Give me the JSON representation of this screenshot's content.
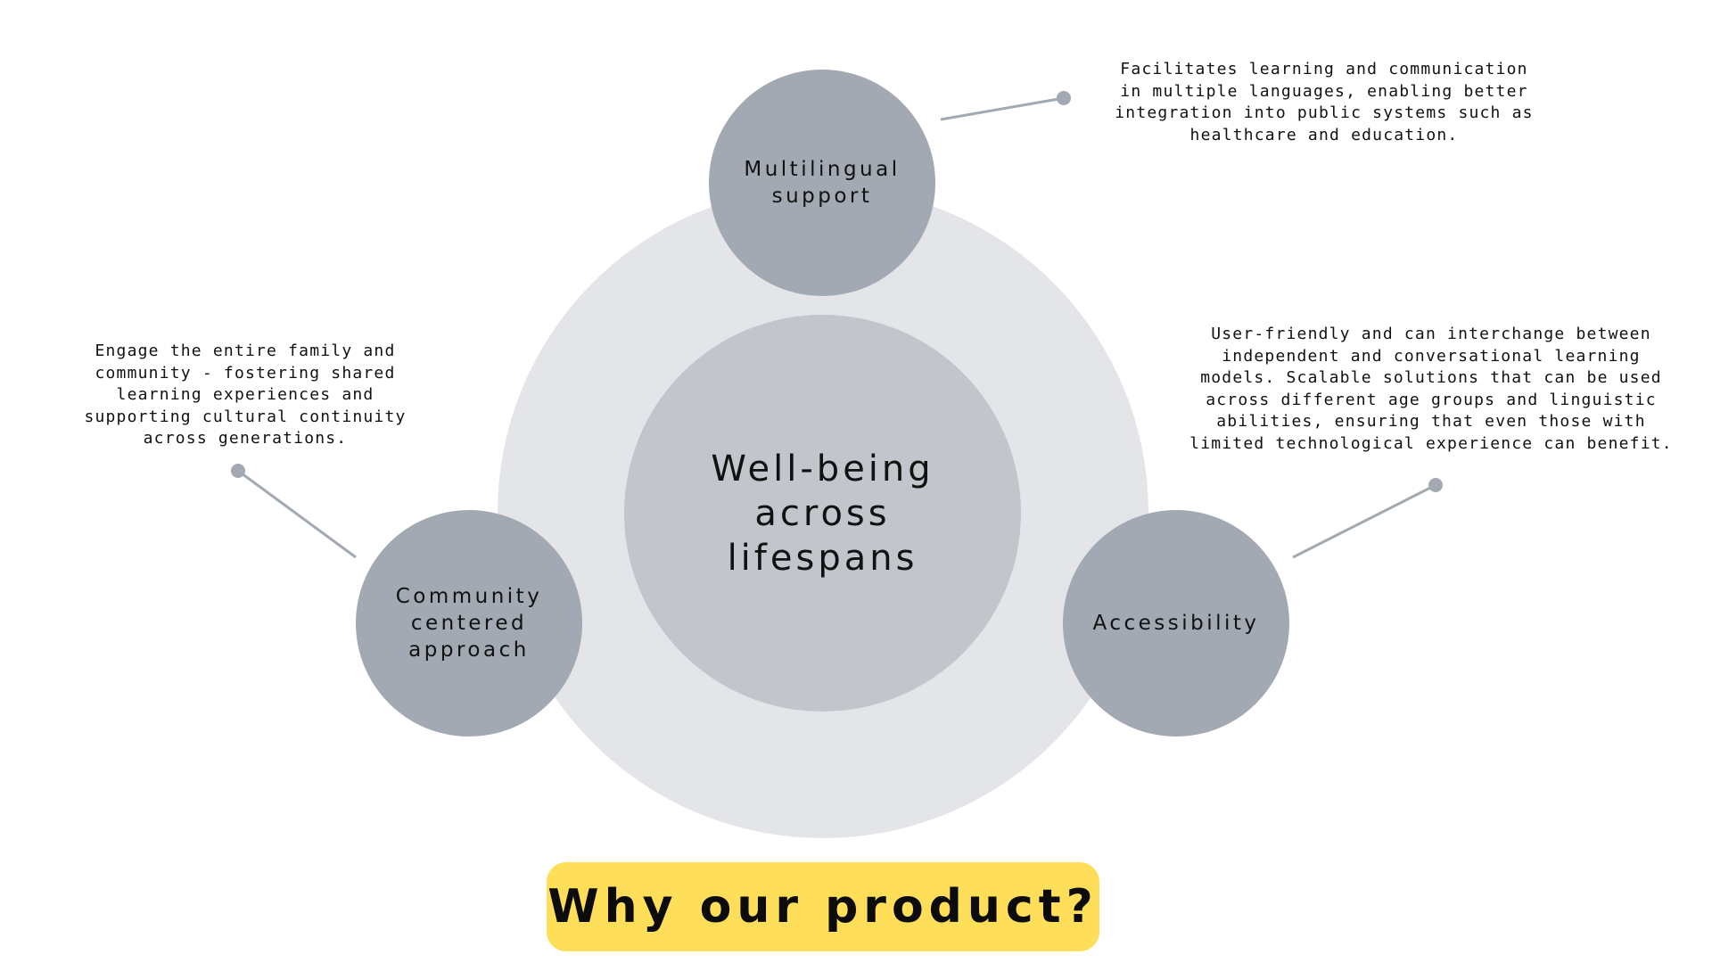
{
  "center": {
    "label": "Well-being\nacross\nlifespans"
  },
  "pillars": [
    {
      "id": "multilingual",
      "label": "Multilingual\nsupport",
      "description": "Facilitates learning and communication\nin multiple languages, enabling better\nintegration into public systems such as\nhealthcare and education."
    },
    {
      "id": "community",
      "label": "Community\ncentered\napproach",
      "description": "Engage the entire family and\ncommunity - fostering shared\nlearning experiences and\nsupporting cultural continuity\nacross generations."
    },
    {
      "id": "accessibility",
      "label": "Accessibility",
      "description": "User-friendly and can interchange between\nindependent and conversational learning\nmodels. Scalable solutions that can be used\nacross different age groups and linguistic\nabilities, ensuring that even those with\nlimited technological experience can benefit."
    }
  ],
  "cta": {
    "label": "Why our product?"
  },
  "colors": {
    "outer_ring": "#e4e5e8",
    "center_hub": "#c2c6cc",
    "pillar": "#a2a9b2",
    "connector": "#a2a9b2",
    "cta_background": "#ffde59"
  }
}
